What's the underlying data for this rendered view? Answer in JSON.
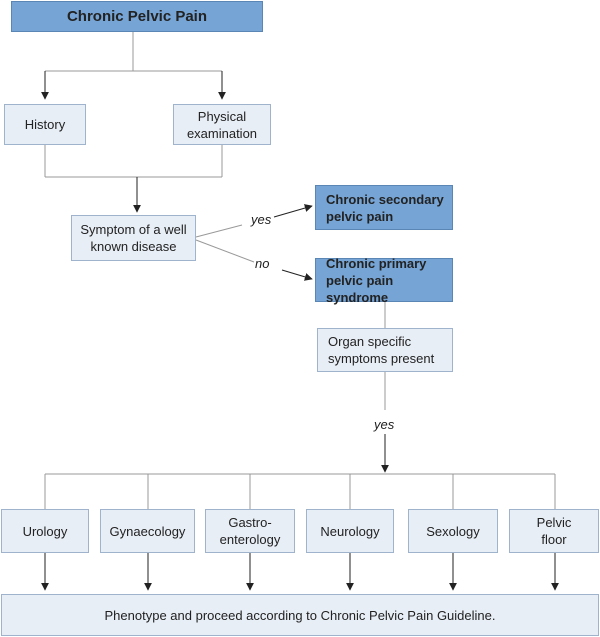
{
  "title": "Chronic Pelvic Pain",
  "history": "History",
  "physical": [
    "Physical",
    "examination"
  ],
  "symptom": [
    "Symptom of a well",
    "known disease"
  ],
  "edge_yes": "yes",
  "edge_no": "no",
  "secondary": [
    "Chronic secondary",
    "pelvic pain"
  ],
  "primary": [
    "Chronic primary",
    "pelvic pain syndrome"
  ],
  "organ": [
    "Organ specific",
    "symptoms present"
  ],
  "edge_yes2": "yes",
  "specialties": [
    [
      "Urology"
    ],
    [
      "Gynaecology"
    ],
    [
      "Gastro-",
      "enterology"
    ],
    [
      "Neurology"
    ],
    [
      "Sexology"
    ],
    [
      "Pelvic",
      "floor"
    ]
  ],
  "footer": "Phenotype and proceed according to Chronic Pelvic Pain Guideline.",
  "colors": {
    "dark_box": "#76a4d4",
    "light_box": "#e8eef6",
    "line": "#888888"
  }
}
